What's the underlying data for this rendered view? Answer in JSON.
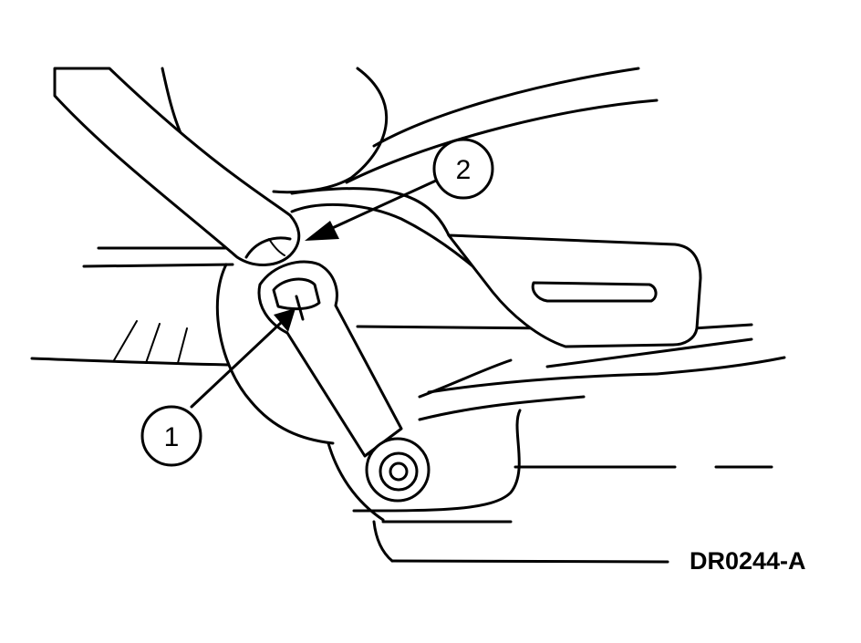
{
  "callouts": [
    {
      "id": "1",
      "label": "1"
    },
    {
      "id": "2",
      "label": "2"
    }
  ],
  "figure_id": "DR0244-A"
}
